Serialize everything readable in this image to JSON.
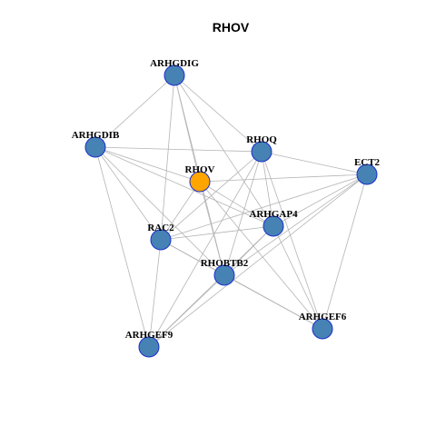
{
  "diagram": {
    "title": "RHOV",
    "colors": {
      "center_node": "#FFA500",
      "node": "#4682B4",
      "node_border": "#1a2fcc",
      "edge": "#b4b4b4"
    },
    "nodes": [
      {
        "id": "RHOV",
        "label": "RHOV",
        "center": true
      },
      {
        "id": "ARHGDIG",
        "label": "ARHGDIG"
      },
      {
        "id": "ARHGDIB",
        "label": "ARHGDIB"
      },
      {
        "id": "RHOQ",
        "label": "RHOQ"
      },
      {
        "id": "ECT2",
        "label": "ECT2"
      },
      {
        "id": "ARHGAP4",
        "label": "ARHGAP4"
      },
      {
        "id": "RAC2",
        "label": "RAC2"
      },
      {
        "id": "RHOBTB2",
        "label": "RHOBTB2"
      },
      {
        "id": "ARHGEF6",
        "label": "ARHGEF6"
      },
      {
        "id": "ARHGEF9",
        "label": "ARHGEF9"
      }
    ],
    "edges": [
      [
        "ARHGDIG",
        "RHOQ"
      ],
      [
        "ARHGDIG",
        "RHOV"
      ],
      [
        "ARHGDIG",
        "RHOBTB2"
      ],
      [
        "ARHGDIG",
        "ARHGAP4"
      ],
      [
        "ARHGDIG",
        "RAC2"
      ],
      [
        "ARHGDIG",
        "ARHGDIB"
      ],
      [
        "ARHGDIB",
        "RHOQ"
      ],
      [
        "ARHGDIB",
        "RHOV"
      ],
      [
        "ARHGDIB",
        "ARHGAP4"
      ],
      [
        "ARHGDIB",
        "RAC2"
      ],
      [
        "ARHGDIB",
        "RHOBTB2"
      ],
      [
        "ARHGDIB",
        "ARHGEF9"
      ],
      [
        "RHOQ",
        "ECT2"
      ],
      [
        "RHOQ",
        "ARHGAP4"
      ],
      [
        "RHOQ",
        "RAC2"
      ],
      [
        "RHOQ",
        "RHOBTB2"
      ],
      [
        "RHOQ",
        "ARHGEF6"
      ],
      [
        "RHOQ",
        "ARHGEF9"
      ],
      [
        "RHOV",
        "ECT2"
      ],
      [
        "RHOV",
        "ARHGAP4"
      ],
      [
        "RHOV",
        "RHOBTB2"
      ],
      [
        "RHOV",
        "ARHGEF6"
      ],
      [
        "RHOV",
        "RAC2"
      ],
      [
        "ECT2",
        "ARHGAP4"
      ],
      [
        "ECT2",
        "RAC2"
      ],
      [
        "ECT2",
        "RHOBTB2"
      ],
      [
        "ECT2",
        "ARHGEF6"
      ],
      [
        "ECT2",
        "ARHGEF9"
      ],
      [
        "ARHGAP4",
        "RAC2"
      ],
      [
        "ARHGAP4",
        "RHOBTB2"
      ],
      [
        "ARHGAP4",
        "ARHGEF6"
      ],
      [
        "ARHGAP4",
        "ARHGEF9"
      ],
      [
        "RAC2",
        "RHOBTB2"
      ],
      [
        "RAC2",
        "ARHGEF6"
      ],
      [
        "RAC2",
        "ARHGEF9"
      ],
      [
        "RHOBTB2",
        "ARHGEF6"
      ],
      [
        "RHOBTB2",
        "ARHGEF9"
      ]
    ]
  }
}
